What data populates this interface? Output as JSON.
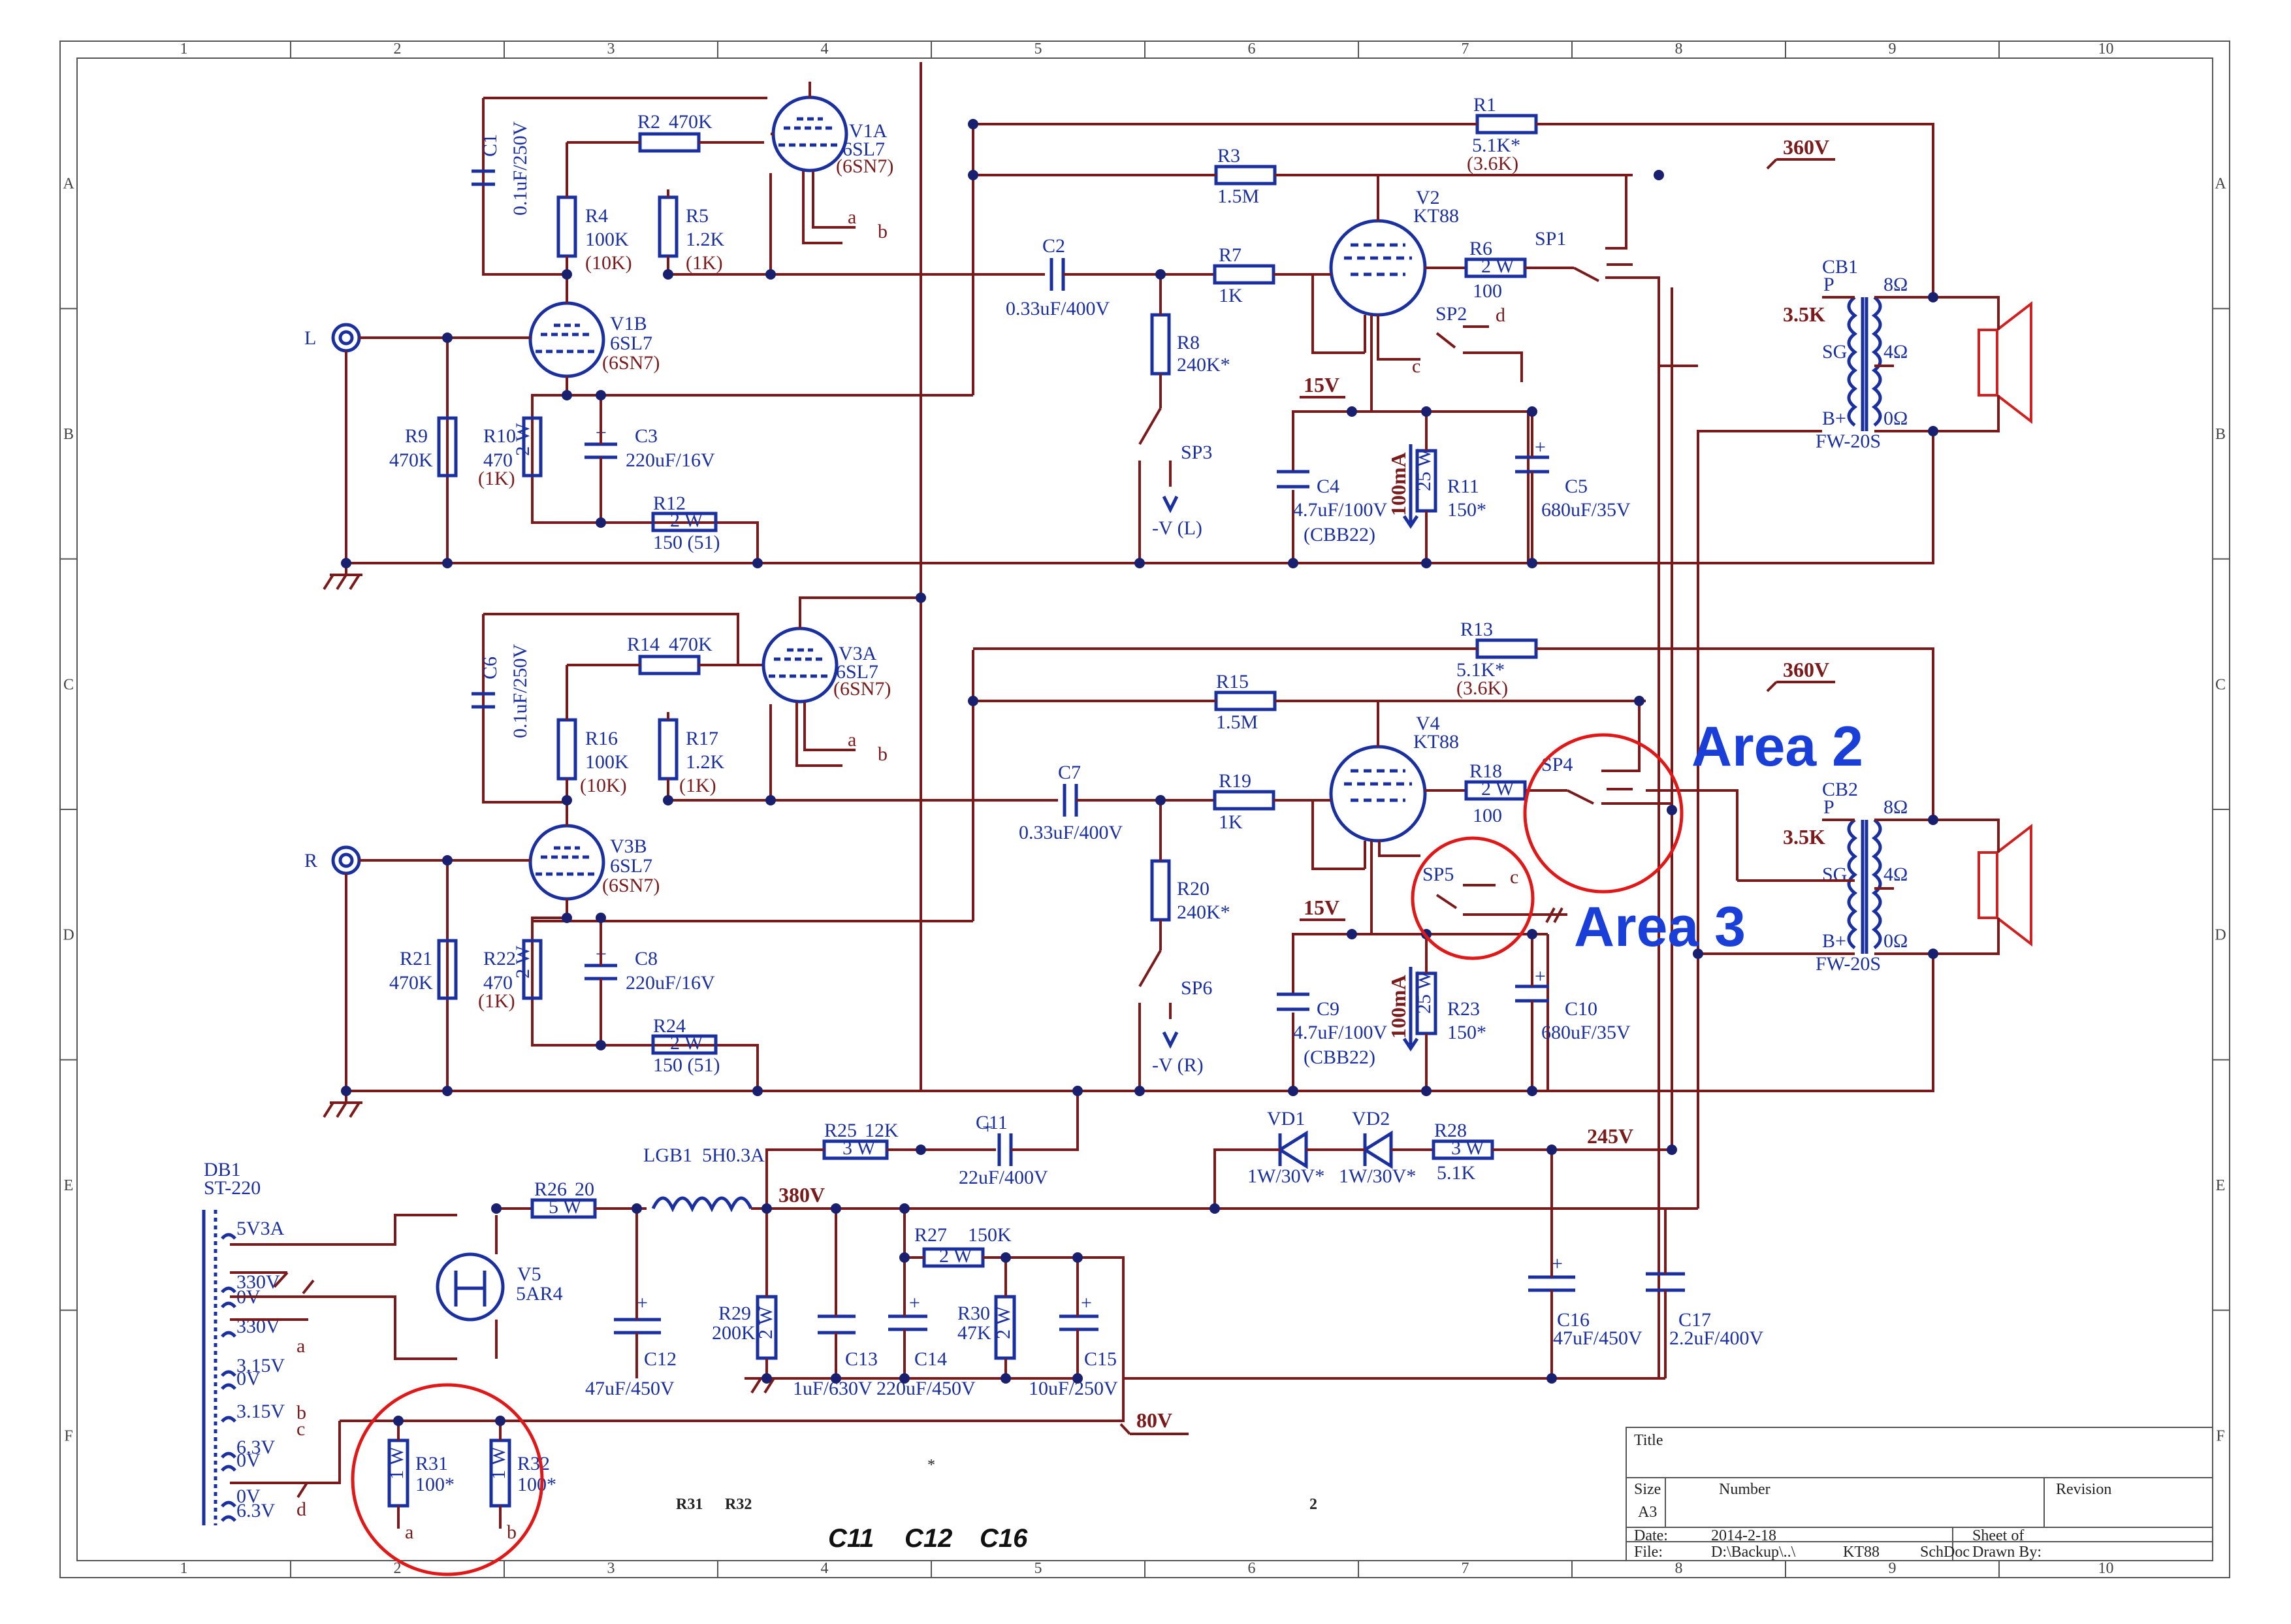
{
  "sheet": {
    "col_numbers": [
      "1",
      "2",
      "3",
      "4",
      "5",
      "6",
      "7",
      "8",
      "9",
      "10"
    ],
    "row_letters": [
      "A",
      "B",
      "C",
      "D",
      "E",
      "F"
    ]
  },
  "channels": {
    "left": {
      "input_label": "L",
      "C1": {
        "name": "C1",
        "value": "0.1uF/250V"
      },
      "R2": {
        "name": "R2",
        "value": "470K"
      },
      "V1A": {
        "name": "V1A",
        "type": "6SL7",
        "alt": "(6SN7)"
      },
      "R4": {
        "name": "R4",
        "value": "100K",
        "alt": "(10K)"
      },
      "R5": {
        "name": "R5",
        "value": "1.2K",
        "alt": "(1K)"
      },
      "V1B": {
        "name": "V1B",
        "type": "6SL7",
        "alt": "(6SN7)"
      },
      "R9": {
        "name": "R9",
        "value": "470K"
      },
      "R10": {
        "name": "R10",
        "value": "470",
        "alt": "(1K)",
        "rating": "2 W"
      },
      "C3": {
        "name": "C3",
        "value": "220uF/16V"
      },
      "R12": {
        "name": "R12",
        "value": "150  (51)",
        "rating": "2 W"
      },
      "C2": {
        "name": "C2",
        "value": "0.33uF/400V"
      },
      "R8": {
        "name": "R8",
        "value": "240K*"
      },
      "SP3": {
        "name": "SP3",
        "label": "-V (L)"
      },
      "R3": {
        "name": "R3",
        "value": "1.5M"
      },
      "R7": {
        "name": "R7",
        "value": "1K"
      },
      "R1": {
        "name": "R1",
        "value": "5.1K*",
        "alt": "(3.6K)"
      },
      "V2": {
        "name": "V2",
        "type": "KT88"
      },
      "R6": {
        "name": "R6",
        "value": "100",
        "rating": "2 W"
      },
      "SP1": {
        "name": "SP1"
      },
      "SP2": {
        "name": "SP2"
      },
      "C4": {
        "name": "C4",
        "value": "4.7uF/100V",
        "alt": "(CBB22)"
      },
      "R11": {
        "name": "R11",
        "value": "150*",
        "rating": "25 W"
      },
      "C5": {
        "name": "C5",
        "value": "680uF/35V"
      },
      "bias_v": "15V",
      "current": "100mA",
      "b_plus": "360V",
      "transformer": {
        "name": "CB1",
        "imp": "3.5K",
        "model": "FW-20S"
      }
    },
    "right": {
      "input_label": "R",
      "C6": {
        "name": "C6",
        "value": "0.1uF/250V"
      },
      "R14": {
        "name": "R14",
        "value": "470K"
      },
      "V3A": {
        "name": "V3A",
        "type": "6SL7",
        "alt": "(6SN7)"
      },
      "R16": {
        "name": "R16",
        "value": "100K",
        "alt": "(10K)"
      },
      "R17": {
        "name": "R17",
        "value": "1.2K",
        "alt": "(1K)"
      },
      "V3B": {
        "name": "V3B",
        "type": "6SL7",
        "alt": "(6SN7)"
      },
      "R21": {
        "name": "R21",
        "value": "470K"
      },
      "R22": {
        "name": "R22",
        "value": "470",
        "alt": "(1K)",
        "rating": "2 W"
      },
      "C8": {
        "name": "C8",
        "value": "220uF/16V"
      },
      "R24": {
        "name": "R24",
        "value": "150  (51)",
        "rating": "2 W"
      },
      "C7": {
        "name": "C7",
        "value": "0.33uF/400V"
      },
      "R20": {
        "name": "R20",
        "value": "240K*"
      },
      "SP6": {
        "name": "SP6",
        "label": "-V (R)"
      },
      "R15": {
        "name": "R15",
        "value": "1.5M"
      },
      "R19": {
        "name": "R19",
        "value": "1K"
      },
      "R13": {
        "name": "R13",
        "value": "5.1K*",
        "alt": "(3.6K)"
      },
      "V4": {
        "name": "V4",
        "type": "KT88"
      },
      "R18": {
        "name": "R18",
        "value": "100",
        "rating": "2 W"
      },
      "SP4": {
        "name": "SP4"
      },
      "SP5": {
        "name": "SP5"
      },
      "C9": {
        "name": "C9",
        "value": "4.7uF/100V",
        "alt": "(CBB22)"
      },
      "R23": {
        "name": "R23",
        "value": "150*",
        "rating": "25 W"
      },
      "C10": {
        "name": "C10",
        "value": "680uF/35V"
      },
      "bias_v": "15V",
      "current": "100mA",
      "b_plus": "360V",
      "transformer": {
        "name": "CB2",
        "imp": "3.5K",
        "model": "FW-20S"
      }
    }
  },
  "transformer_taps": {
    "p": "P",
    "sg": "SG",
    "bplus": "B+",
    "t8": "8Ω",
    "t4": "4Ω",
    "t0": "0Ω"
  },
  "power": {
    "DB1": {
      "name": "DB1",
      "model": "ST-220"
    },
    "windings": [
      "5V3A",
      "330V",
      "0V",
      "330V",
      "3.15V",
      "0V",
      "3.15V",
      "6.3V",
      "0V",
      "0V",
      "6.3V"
    ],
    "R26": {
      "name": "R26",
      "value": "20",
      "rating": "5 W"
    },
    "V5": {
      "name": "V5",
      "type": "5AR4"
    },
    "LGB1": {
      "name": "LGB1",
      "value": "5H0.3A"
    },
    "R25": {
      "name": "R25",
      "value": "12K",
      "rating": "3 W"
    },
    "C11": {
      "name": "C11",
      "value": "22uF/400V"
    },
    "C12": {
      "name": "C12",
      "value": "47uF/450V"
    },
    "R29": {
      "name": "R29",
      "value": "200K",
      "rating": "2 W"
    },
    "C13": {
      "name": "C13",
      "value": "1uF/630V"
    },
    "R27": {
      "name": "R27",
      "value": "150K",
      "rating": "2 W"
    },
    "C14": {
      "name": "C14",
      "value": "220uF/450V"
    },
    "R30": {
      "name": "R30",
      "value": "47K",
      "rating": "2 W"
    },
    "C15": {
      "name": "C15",
      "value": "10uF/250V"
    },
    "VD1": {
      "name": "VD1",
      "value": "1W/30V*"
    },
    "VD2": {
      "name": "VD2",
      "value": "1W/30V*"
    },
    "R28": {
      "name": "R28",
      "value": "5.1K",
      "rating": "3 W"
    },
    "C16": {
      "name": "C16",
      "value": "47uF/450V"
    },
    "C17": {
      "name": "C17",
      "value": "2.2uF/400V"
    },
    "R31": {
      "name": "R31",
      "value": "100*",
      "rating": "1 W"
    },
    "R32": {
      "name": "R32",
      "value": "100*",
      "rating": "1 W"
    },
    "v380": "380V",
    "v245": "245V",
    "v80": "80V"
  },
  "annotations": {
    "area2": "Area 2",
    "area3": "Area 3",
    "bottom_notes": {
      "r31": "R31",
      "r32": "R32",
      "star": "*",
      "two": "2",
      "c11": "C11",
      "c12": "C12",
      "c16": "C16"
    }
  },
  "title_block": {
    "title_label": "Title",
    "size_label": "Size",
    "size_value": "A3",
    "number_label": "Number",
    "revision_label": "Revision",
    "date_label": "Date:",
    "date_value": "2014-2-18",
    "sheet_label": "Sheet   of",
    "file_label": "File:",
    "file_value": "D:\\Backup\\..\\",
    "file_name": "KT88",
    "file_ext": "SchDoc",
    "drawn_label": "Drawn By:"
  }
}
